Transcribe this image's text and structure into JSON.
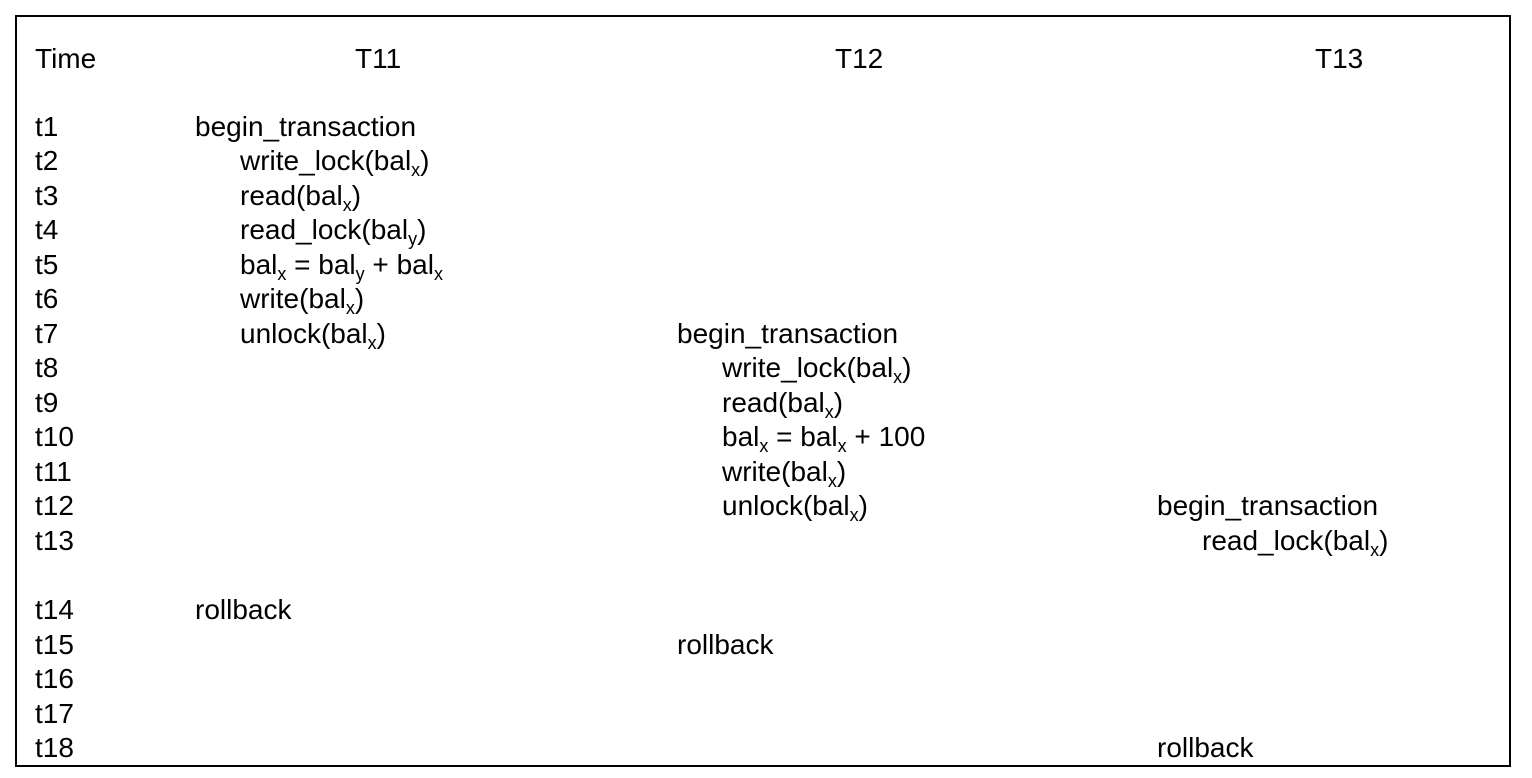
{
  "header": {
    "time": "Time",
    "transactions": [
      "T11",
      "T12",
      "T13"
    ]
  },
  "rows": [
    {
      "time": "t1",
      "t11": {
        "indent": false,
        "parts": [
          {
            "t": "begin_transaction"
          }
        ]
      }
    },
    {
      "time": "t2",
      "t11": {
        "indent": true,
        "parts": [
          {
            "t": "write_lock(bal"
          },
          {
            "s": "x"
          },
          {
            "t": ")"
          }
        ]
      }
    },
    {
      "time": "t3",
      "t11": {
        "indent": true,
        "parts": [
          {
            "t": "read(bal"
          },
          {
            "s": "x"
          },
          {
            "t": ")"
          }
        ]
      }
    },
    {
      "time": "t4",
      "t11": {
        "indent": true,
        "parts": [
          {
            "t": "read_lock(bal"
          },
          {
            "s": "y"
          },
          {
            "t": ")"
          }
        ]
      }
    },
    {
      "time": "t5",
      "t11": {
        "indent": true,
        "parts": [
          {
            "t": "bal"
          },
          {
            "s": "x"
          },
          {
            "t": " = bal"
          },
          {
            "s": "y"
          },
          {
            "t": " + bal"
          },
          {
            "s": "x"
          }
        ]
      }
    },
    {
      "time": "t6",
      "t11": {
        "indent": true,
        "parts": [
          {
            "t": "write(bal"
          },
          {
            "s": "x"
          },
          {
            "t": ")"
          }
        ]
      }
    },
    {
      "time": "t7",
      "t11": {
        "indent": true,
        "parts": [
          {
            "t": "unlock(bal"
          },
          {
            "s": "x"
          },
          {
            "t": ")"
          }
        ]
      },
      "t12": {
        "indent": false,
        "parts": [
          {
            "t": "begin_transaction"
          }
        ]
      }
    },
    {
      "time": "t8",
      "t12": {
        "indent": true,
        "parts": [
          {
            "t": "write_lock(bal"
          },
          {
            "s": "x"
          },
          {
            "t": ")"
          }
        ]
      }
    },
    {
      "time": "t9",
      "t12": {
        "indent": true,
        "parts": [
          {
            "t": "read(bal"
          },
          {
            "s": "x"
          },
          {
            "t": ")"
          }
        ]
      }
    },
    {
      "time": "t10",
      "t12": {
        "indent": true,
        "parts": [
          {
            "t": "bal"
          },
          {
            "s": "x"
          },
          {
            "t": " = bal"
          },
          {
            "s": "x"
          },
          {
            "t": " + 100"
          }
        ]
      }
    },
    {
      "time": "t11",
      "t12": {
        "indent": true,
        "parts": [
          {
            "t": "write(bal"
          },
          {
            "s": "x"
          },
          {
            "t": ")"
          }
        ]
      }
    },
    {
      "time": "t12",
      "t12": {
        "indent": true,
        "parts": [
          {
            "t": "unlock(bal"
          },
          {
            "s": "x"
          },
          {
            "t": ")"
          }
        ]
      },
      "t13": {
        "indent": false,
        "parts": [
          {
            "t": "begin_transaction"
          }
        ]
      }
    },
    {
      "time": "t13",
      "t13": {
        "indent": true,
        "parts": [
          {
            "t": "read_lock(bal"
          },
          {
            "s": "x"
          },
          {
            "t": ")"
          }
        ]
      }
    },
    {
      "time": "t14",
      "t11": {
        "indent": false,
        "parts": [
          {
            "t": "rollback"
          }
        ]
      }
    },
    {
      "time": "t15",
      "t12": {
        "indent": false,
        "parts": [
          {
            "t": "rollback"
          }
        ]
      }
    },
    {
      "time": "t16"
    },
    {
      "time": "t17"
    },
    {
      "time": "t18",
      "t13": {
        "indent": false,
        "parts": [
          {
            "t": "rollback"
          }
        ]
      }
    }
  ]
}
